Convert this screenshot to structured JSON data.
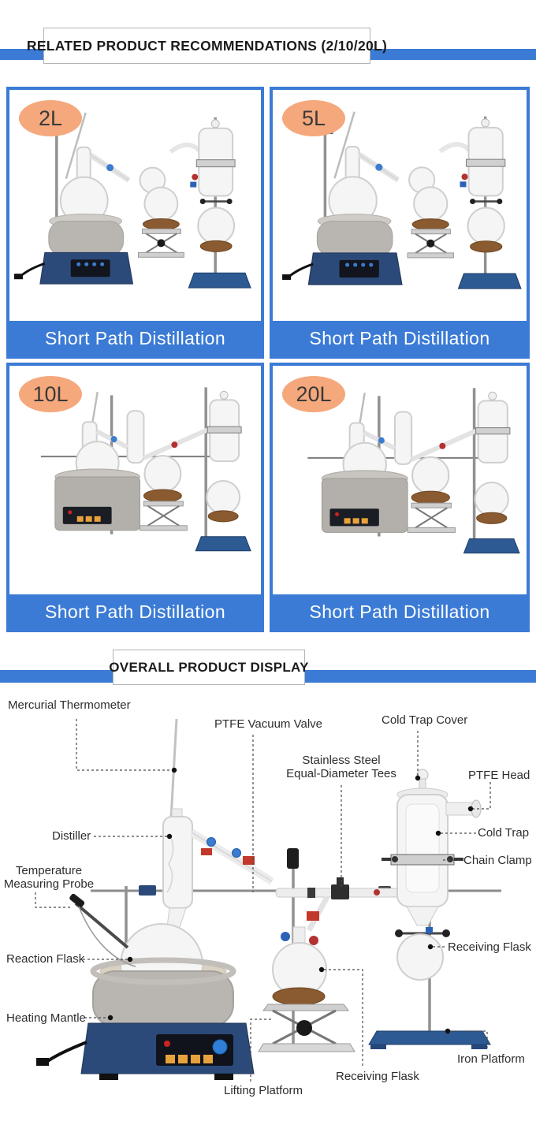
{
  "colors": {
    "accent_blue": "#3b7bd5",
    "badge_orange": "#f5a87c",
    "mantle_gray": "#b9b6b1",
    "base_navy": "#2c4a79",
    "platform_blue": "#2e5a94",
    "cork_brown": "#8a5a30"
  },
  "related": {
    "title": "RELATED PRODUCT RECOMMENDATIONS (2/10/20L)",
    "products": [
      {
        "badge": "2L",
        "caption": "Short Path Distillation"
      },
      {
        "badge": "5L",
        "caption": "Short Path Distillation"
      },
      {
        "badge": "10L",
        "caption": "Short Path Distillation"
      },
      {
        "badge": "20L",
        "caption": "Short Path Distillation"
      }
    ]
  },
  "overall": {
    "title": "OVERALL PRODUCT DISPLAY",
    "labels": {
      "mercurial_thermometer": "Mercurial Thermometer",
      "ptfe_vacuum_valve": "PTFE Vacuum Valve",
      "cold_trap_cover": "Cold Trap Cover",
      "stainless_line1": "Stainless Steel",
      "stainless_line2": "Equal-Diameter Tees",
      "ptfe_head": "PTFE Head",
      "distiller": "Distiller",
      "cold_trap": "Cold Trap",
      "chain_clamp": "Chain Clamp",
      "temperature_line1": "Temperature",
      "temperature_line2": "Measuring Probe",
      "reaction_flask": "Reaction Flask",
      "receiving_flask_right": "Receiving Flask",
      "heating_mantle": "Heating Mantle",
      "iron_platform": "Iron Platform",
      "receiving_flask_bottom": "Receiving Flask",
      "lifting_platform": "Lifting Platform"
    }
  }
}
